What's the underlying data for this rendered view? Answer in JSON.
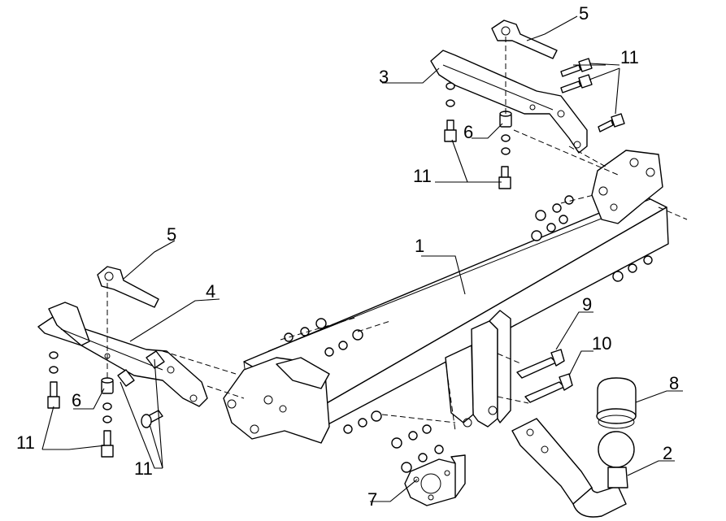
{
  "diagram": {
    "callouts": {
      "c1": "1",
      "c2": "2",
      "c3": "3",
      "c4": "4",
      "c5_top": "5",
      "c5_left": "5",
      "c6_top": "6",
      "c6_left": "6",
      "c7": "7",
      "c8": "8",
      "c9": "9",
      "c10": "10",
      "c11_top_right": "11",
      "c11_top_left": "11",
      "c11_left": "11",
      "c11_bottom": "11"
    }
  }
}
